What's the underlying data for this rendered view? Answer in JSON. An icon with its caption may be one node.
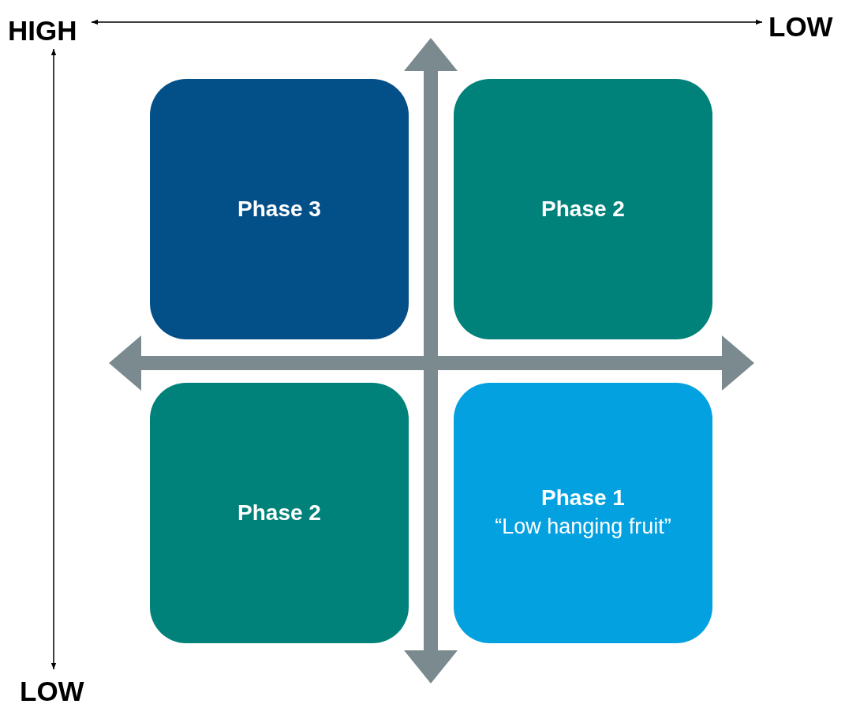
{
  "diagram": {
    "nodes": [
      {
        "text": [
          "Phase 3"
        ]
      },
      {
        "text": [
          "Phase 2"
        ]
      },
      {
        "text": [
          "Phase 2"
        ]
      },
      {
        "text": [
          "Phase 1",
          "“Low hanging fruit”"
        ]
      }
    ],
    "labels": [
      "HIGH",
      "LOW",
      "LOW"
    ]
  }
}
